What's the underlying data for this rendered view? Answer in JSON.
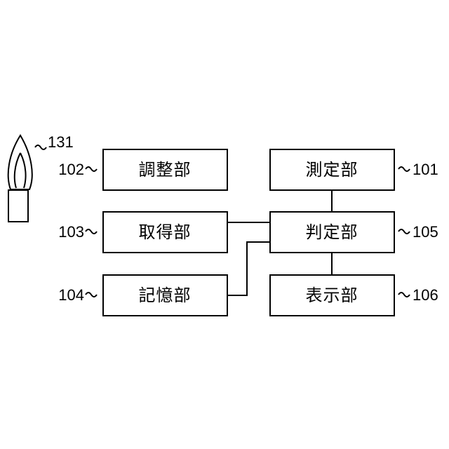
{
  "blocks": {
    "adjust": {
      "label": "調整部",
      "ref": "102"
    },
    "measure": {
      "label": "測定部",
      "ref": "101"
    },
    "acquire": {
      "label": "取得部",
      "ref": "103"
    },
    "judge": {
      "label": "判定部",
      "ref": "105"
    },
    "storage": {
      "label": "記憶部",
      "ref": "104"
    },
    "display": {
      "label": "表示部",
      "ref": "106"
    }
  },
  "flame": {
    "ref": "131"
  }
}
